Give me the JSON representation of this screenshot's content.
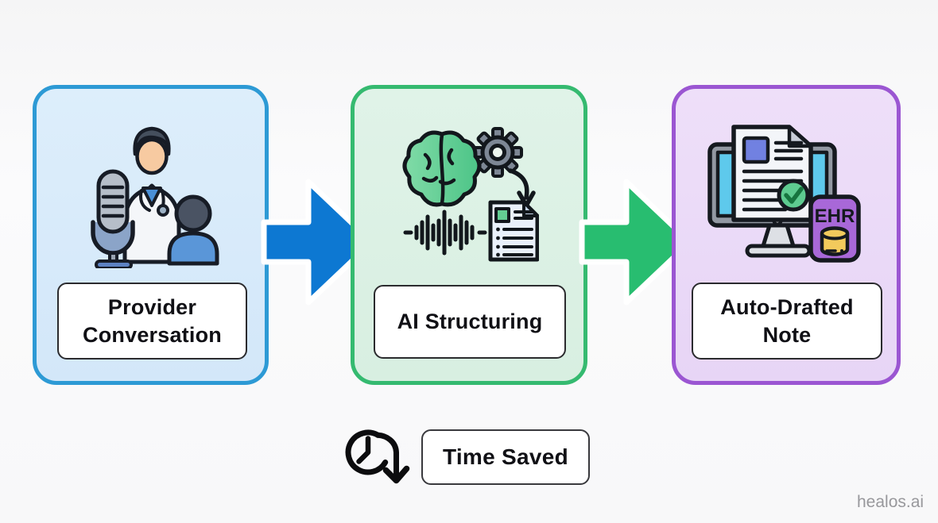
{
  "page": {
    "background_color": "#f8f8f9",
    "watermark": "healos.ai"
  },
  "steps": [
    {
      "label": "Provider Conversation",
      "icon": "doctor-patient-microphone-icon",
      "border_color": "#2d9ad5",
      "background_color": "#d9ecfb"
    },
    {
      "label": "AI Structuring",
      "icon": "brain-gear-waveform-document-icon",
      "border_color": "#35ba70",
      "background_color": "#def2e6"
    },
    {
      "label": "Auto-Drafted Note",
      "icon": "monitor-note-ehr-icon",
      "border_color": "#9b56d2",
      "background_color": "#ecdcf8",
      "badge_text": "EHR"
    }
  ],
  "arrows": [
    {
      "position": "between-step-1-and-2",
      "color": "#0d78d2"
    },
    {
      "position": "between-step-2-and-3",
      "color": "#28bd70"
    }
  ],
  "footer": {
    "icon": "clock-arrow-down-icon",
    "label": "Time Saved"
  }
}
